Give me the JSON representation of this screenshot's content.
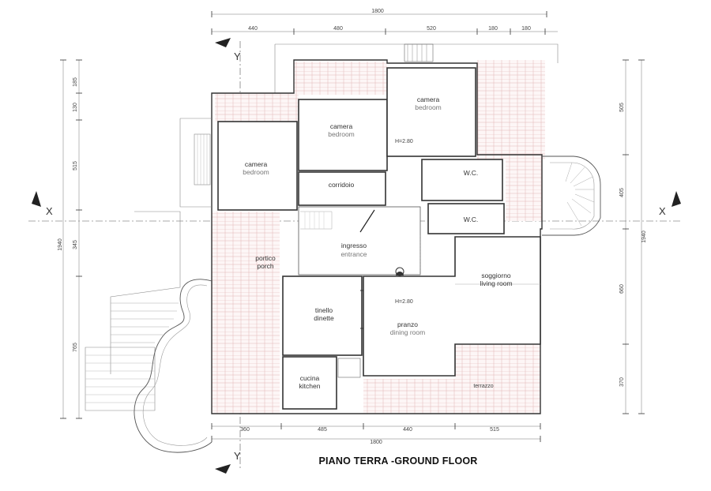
{
  "title": "PIANO TERRA -GROUND FLOOR",
  "section_marks": {
    "vertical": "Y",
    "horizontal": "X"
  },
  "dimensions": {
    "top_total": "1800",
    "top_segments": [
      "440",
      "480",
      "520",
      "180",
      "180"
    ],
    "bottom_total": "1800",
    "bottom_segments": [
      "360",
      "485",
      "440",
      "515"
    ],
    "left_total": "1940",
    "left_segments": [
      "185",
      "130",
      "515",
      "345",
      "765"
    ],
    "right_total": "1940",
    "right_segments": [
      "505",
      "405",
      "660",
      "370"
    ]
  },
  "heights": {
    "upper": "H=2.80",
    "lower": "H=2.80"
  },
  "rooms": {
    "bedroom_left": {
      "it": "camera",
      "en": "bedroom"
    },
    "bedroom_mid": {
      "it": "camera",
      "en": "bedroom"
    },
    "bedroom_right": {
      "it": "camera",
      "en": "bedroom"
    },
    "corridor": {
      "it": "corridoio"
    },
    "wc1": {
      "it": "W.C."
    },
    "wc2": {
      "it": "W.C."
    },
    "entrance": {
      "it": "ingresso",
      "en": "entrance"
    },
    "porch": {
      "it": "portico",
      "en": "porch"
    },
    "living": {
      "it": "soggiorno",
      "en": "living room"
    },
    "dinette": {
      "it": "tinello",
      "en": "dinette"
    },
    "dining": {
      "it": "pranzo",
      "en": "dining room"
    },
    "kitchen": {
      "it": "cucina",
      "en": "kitchen"
    },
    "terrace": {
      "it": "terrazzo"
    }
  }
}
